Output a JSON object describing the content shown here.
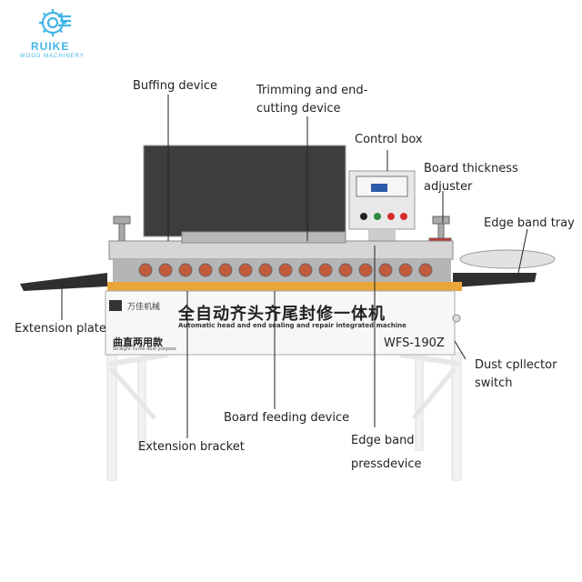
{
  "brand": {
    "name": "RUIKE",
    "tagline": "WOOD MACHINERY",
    "color": "#41b6e6"
  },
  "machine": {
    "panel_title_cn": "全自动齐头齐尾封修一体机",
    "panel_subtitle_en": "Automatic head and end sealing and repair integrated machine",
    "panel_small_cn": "曲直两用款",
    "panel_small_en": "Straight curve dual purpose",
    "model": "WFS-190Z",
    "maker_badge": "万佳机械"
  },
  "callouts": {
    "buffing": "Buffing device",
    "trimming_line1": "Trimming and end-",
    "trimming_line2": "cutting device",
    "control_box": "Control box",
    "thickness_line1": "Board thickness",
    "thickness_line2": "adjuster",
    "edge_tray": "Edge band tray",
    "extension_plate": "Extension plate",
    "dust_line1": "Dust cpllector",
    "dust_line2": "switch",
    "feeding": "Board feeding device",
    "extension_bracket": "Extension bracket",
    "press_line1": "Edge band",
    "press_line2": "pressdevice"
  }
}
